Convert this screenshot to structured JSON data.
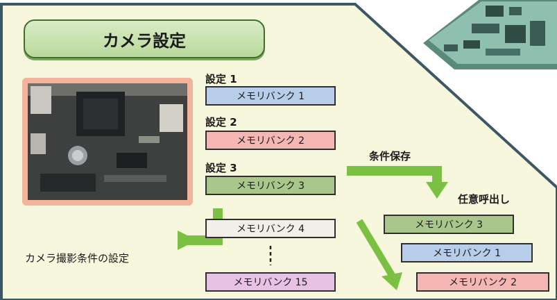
{
  "title": "カメラ設定",
  "settings": [
    {
      "label": "設定 1",
      "bank": "メモリバンク 1"
    },
    {
      "label": "設定 2",
      "bank": "メモリバンク 2"
    },
    {
      "label": "設定 3",
      "bank": "メモリバンク 3"
    }
  ],
  "extra_banks": [
    "メモリバンク 4",
    "メモリバンク 15"
  ],
  "caption": "カメラ撮影条件の設定",
  "save_label": "条件保存",
  "recall_label": "任意呼出し",
  "stored_banks": [
    "メモリバンク 3",
    "メモリバンク 1",
    "メモリバンク 2"
  ],
  "colors": {
    "panel": "#f6f7dd",
    "panel_edge": "#3c5766",
    "bank_blue": "#b7cde9",
    "bank_red": "#f4b7b4",
    "bank_green": "#a9c78b",
    "bank_gray": "#f1efe8",
    "bank_pink": "#e7c2e4",
    "arrow": "#7cc043"
  },
  "icons": [
    "circuit-board-image",
    "cpu-chip-image"
  ]
}
